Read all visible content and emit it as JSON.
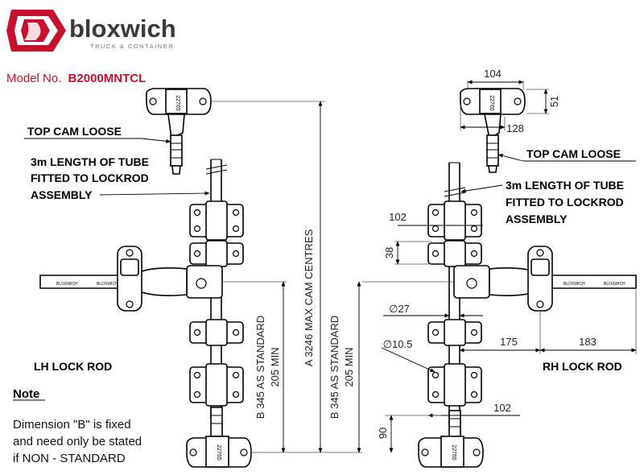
{
  "brand": {
    "name": "bloxwich",
    "tagline": "TRUCK & CONTAINER",
    "model_prefix": "Model No.",
    "model_number": "B2000MNTCL",
    "accent": "#c8102e"
  },
  "labels": {
    "top_cam_left": "TOP CAM LOOSE",
    "top_cam_right": "TOP CAM LOOSE",
    "tube_left": [
      "3m LENGTH OF TUBE",
      "FITTED TO LOCKROD",
      "ASSEMBLY"
    ],
    "tube_right": [
      "3m LENGTH OF TUBE",
      "FITTED TO LOCKROD",
      "ASSEMBLY"
    ],
    "lh": "LH LOCK ROD",
    "rh": "RH LOCK ROD"
  },
  "note": {
    "title": "Note",
    "lines": [
      "Dimension \"B\" is fixed",
      "and need only be stated",
      "if NON - STANDARD"
    ]
  },
  "dimensions": {
    "d104": "104",
    "d51": "51",
    "d128": "128",
    "d102_top": "102",
    "d38": "38",
    "d27": "∅27",
    "d10_5": "∅10.5",
    "d175": "175",
    "d183": "183",
    "d102_bottom": "102",
    "d90": "90",
    "b_left": [
      "B 345 AS STANDARD",
      "205 MIN"
    ],
    "a_centres": "A 3246 MAX CAM CENTRES",
    "b_right": [
      "B 345 AS STANDARD",
      "205 MIN"
    ]
  },
  "part_marking": "22765"
}
